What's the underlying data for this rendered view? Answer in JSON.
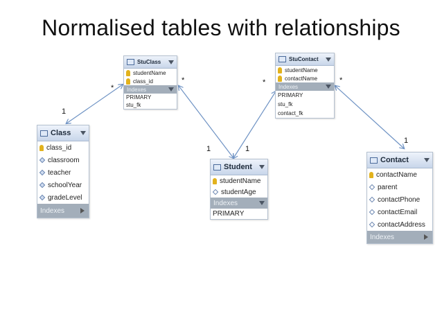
{
  "title": "Normalised tables with relationships",
  "tables": {
    "class": {
      "name": "Class",
      "columns": [
        {
          "name": "class_id",
          "icon": "key-icon"
        },
        {
          "name": "classroom",
          "icon": "diamond-icon"
        },
        {
          "name": "teacher",
          "icon": "diamond-icon"
        },
        {
          "name": "schoolYear",
          "icon": "diamond-icon"
        },
        {
          "name": "gradeLevel",
          "icon": "diamond-icon"
        }
      ],
      "indexes_label": "Indexes"
    },
    "stuclass": {
      "name": "StuClass",
      "columns": [
        {
          "name": "studentName",
          "icon": "key-icon"
        },
        {
          "name": "class_id",
          "icon": "key-icon"
        }
      ],
      "indexes_label": "Indexes",
      "indexes": [
        "PRIMARY",
        "stu_fk"
      ]
    },
    "stucontact": {
      "name": "StuContact",
      "columns": [
        {
          "name": "studentName",
          "icon": "key-icon"
        },
        {
          "name": "contactName",
          "icon": "key-icon"
        }
      ],
      "indexes_label": "Indexes",
      "indexes": [
        "PRIMARY",
        "stu_fk",
        "contact_fk"
      ]
    },
    "student": {
      "name": "Student",
      "columns": [
        {
          "name": "studentName",
          "icon": "key-icon"
        },
        {
          "name": "studentAge",
          "icon": "diamond-icon"
        }
      ],
      "indexes_label": "Indexes",
      "indexes": [
        "PRIMARY"
      ]
    },
    "contact": {
      "name": "Contact",
      "columns": [
        {
          "name": "contactName",
          "icon": "key-icon"
        },
        {
          "name": "parent",
          "icon": "diamond-icon"
        },
        {
          "name": "contactPhone",
          "icon": "diamond-icon"
        },
        {
          "name": "contactEmail",
          "icon": "diamond-icon"
        },
        {
          "name": "contactAddress",
          "icon": "diamond-icon"
        }
      ],
      "indexes_label": "Indexes"
    }
  },
  "cardinality": {
    "class_side": "1",
    "stuclass_to_class": "*",
    "stuclass_to_student": "*",
    "student_left": "1",
    "student_right": "1",
    "stucontact_to_student": "*",
    "stucontact_to_contact": "*",
    "contact_side": "1"
  },
  "colors": {
    "link": "#6f93c4",
    "header": "#c8d6ea",
    "indexes_bar": "#a3aeba",
    "key": "#e2b21d"
  }
}
